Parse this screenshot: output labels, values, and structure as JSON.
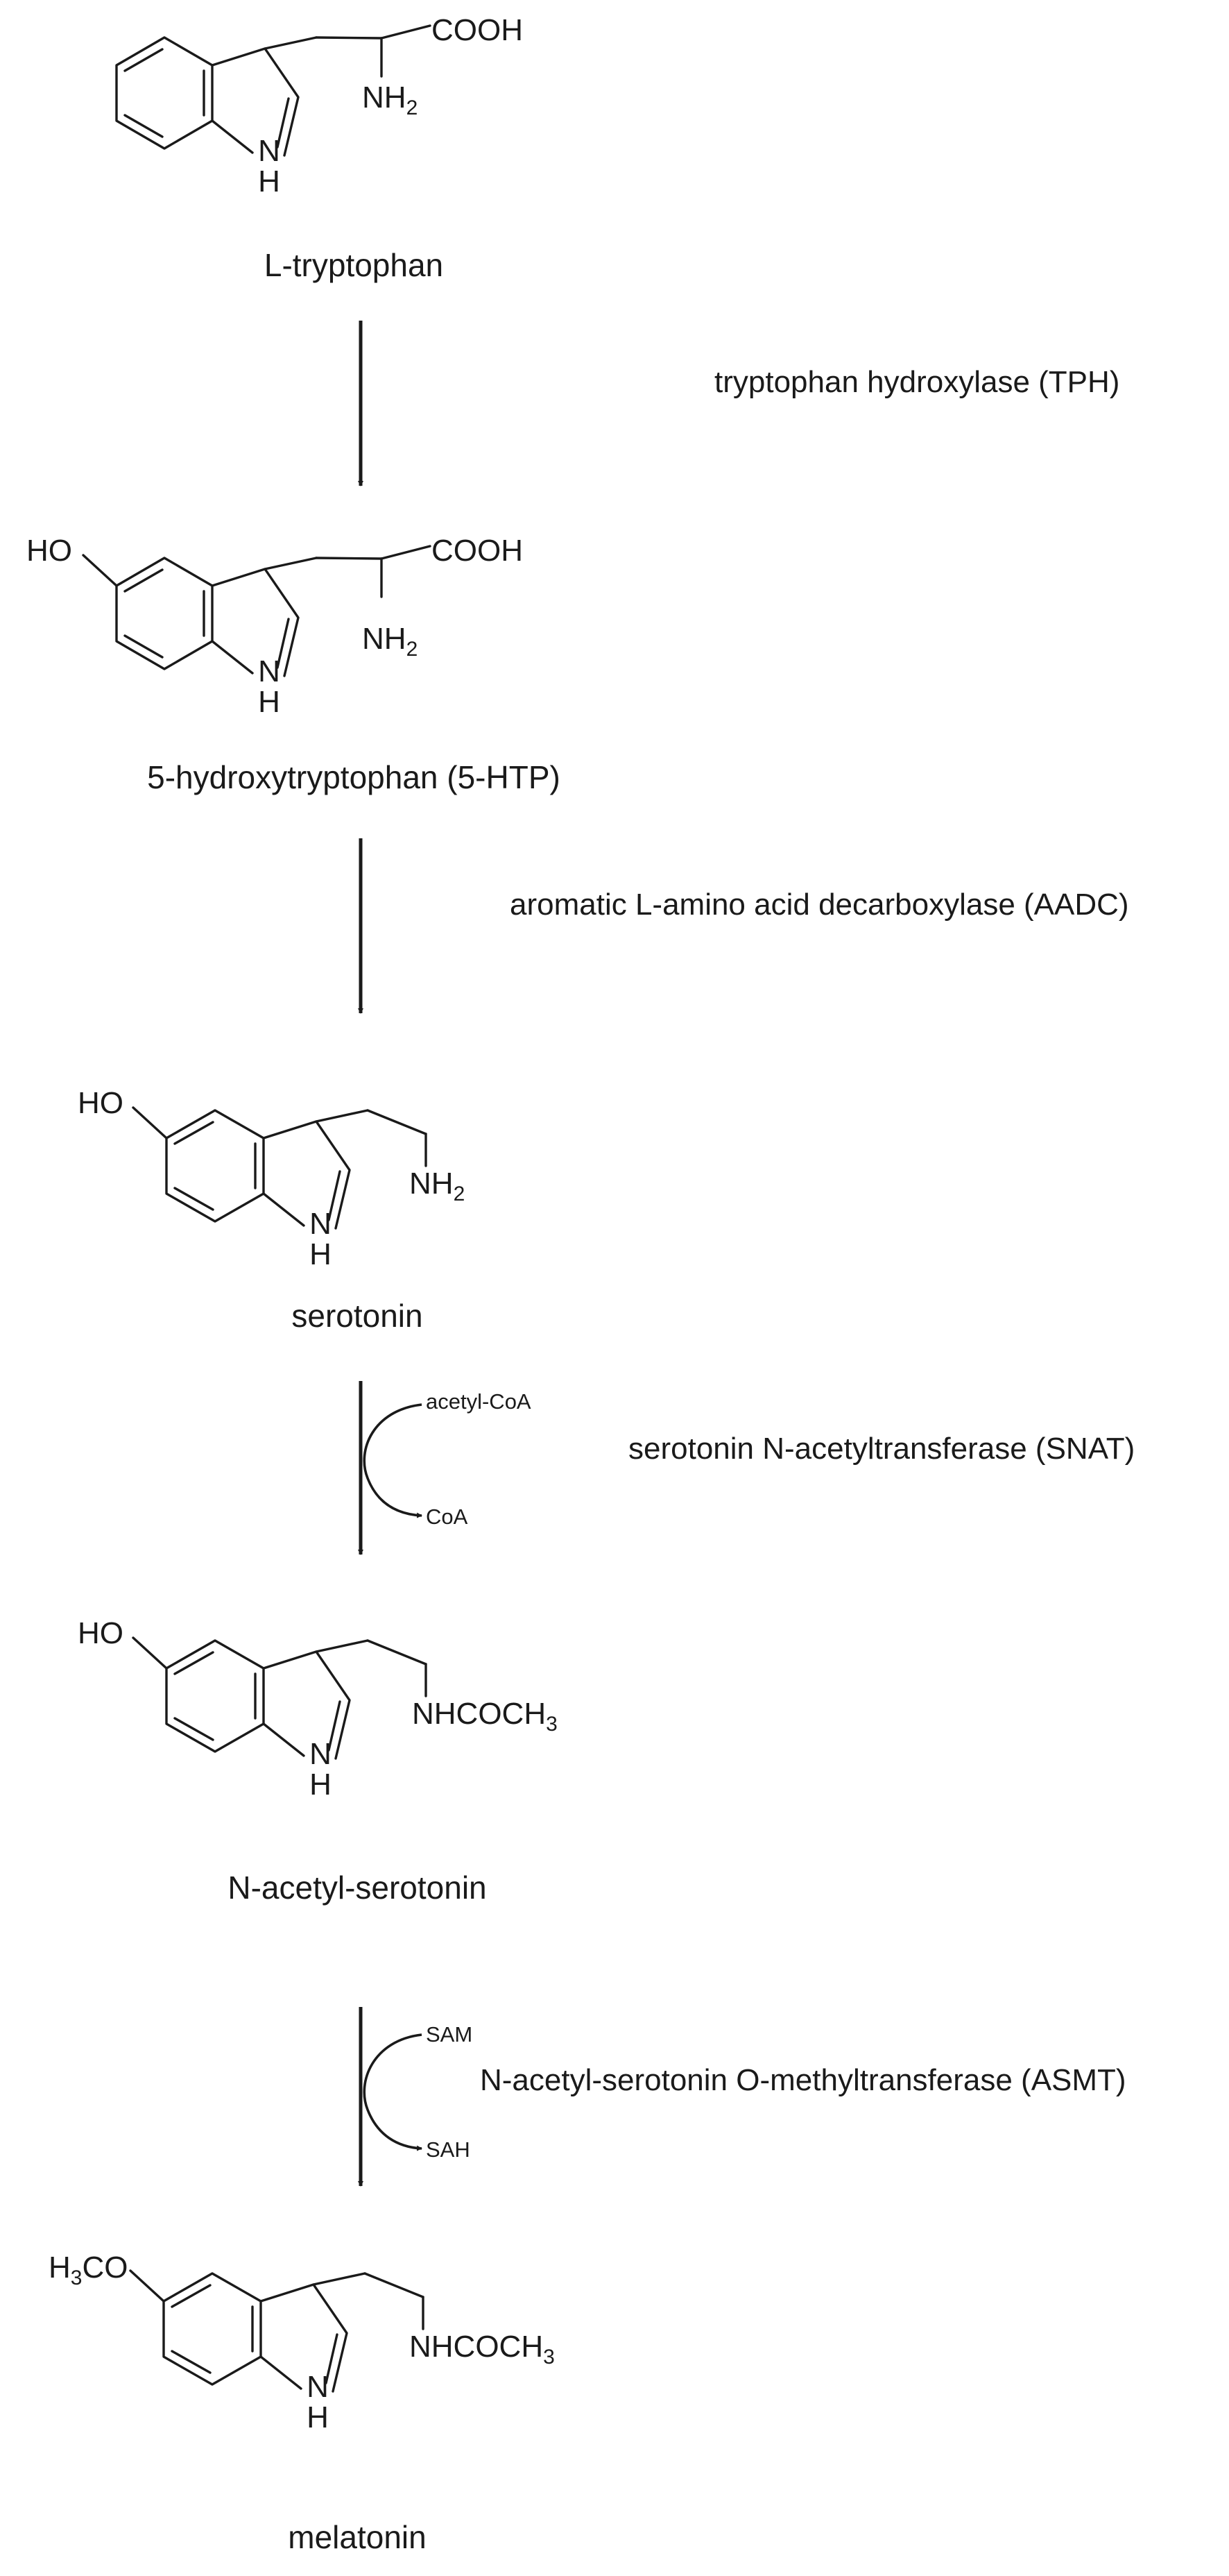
{
  "compounds": [
    {
      "name": "L-tryptophan",
      "substituent_5": "",
      "side_chain": "alanyl",
      "carboxyl": "COOH",
      "amine_main": "NH",
      "amine_sub": "2"
    },
    {
      "name": "5-hydroxytryptophan (5-HTP)",
      "substituent_5": "HO",
      "side_chain": "alanyl",
      "carboxyl": "COOH",
      "amine_main": "NH",
      "amine_sub": "2"
    },
    {
      "name": "serotonin",
      "substituent_5": "HO",
      "side_chain": "ethylamine",
      "amine_main": "NH",
      "amine_sub": "2"
    },
    {
      "name": "N-acetyl-serotonin",
      "substituent_5": "HO",
      "side_chain": "ethylamine",
      "amine_main": "NHCOCH",
      "amine_sub": "3"
    },
    {
      "name": "melatonin",
      "substituent_5_pre": "H",
      "substituent_5_sub": "3",
      "substituent_5_post": "CO",
      "side_chain": "ethylamine",
      "amine_main": "NHCOCH",
      "amine_sub": "3"
    }
  ],
  "indole_nh": {
    "n": "N",
    "h": "H"
  },
  "steps": [
    {
      "enzyme": "tryptophan hydroxylase (TPH)",
      "cofactor_in": "",
      "cofactor_out": ""
    },
    {
      "enzyme": "aromatic L-amino acid decarboxylase (AADC)",
      "cofactor_in": "",
      "cofactor_out": ""
    },
    {
      "enzyme": "serotonin N-acetyltransferase (SNAT)",
      "cofactor_in": "acetyl-CoA",
      "cofactor_out": "CoA"
    },
    {
      "enzyme": "N-acetyl-serotonin O-methyltransferase (ASMT)",
      "cofactor_in": "SAM",
      "cofactor_out": "SAH"
    }
  ],
  "colors": {
    "ink": "#1a1a1a",
    "background": "#ffffff"
  }
}
